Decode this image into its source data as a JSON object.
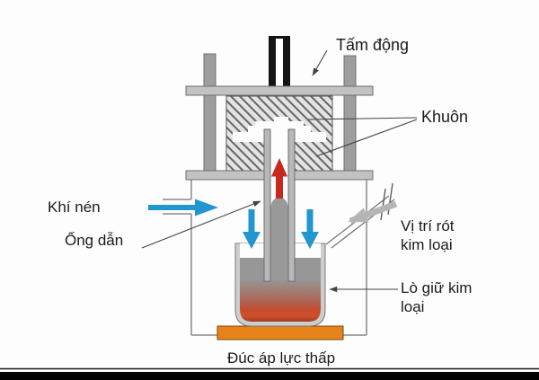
{
  "figure": {
    "caption": "Đúc áp lực thấp",
    "labels": {
      "moving_plate": "Tấm động",
      "mold": "Khuôn",
      "compressed_air": "Khí nén",
      "conduit": "Ống dẫn",
      "pour_position": "Vị trí rót\nkim loại",
      "holding_furnace": "Lò giữ kim\nloại"
    },
    "colors": {
      "blue_arrow": "#2196cf",
      "red_arrow": "#c8291f",
      "gray_arrow": "#b5b5b5",
      "heater_orange": "#e8831c",
      "metal_gray": "#999999",
      "metal_hot": "#c64c2e",
      "piston_black": "#141414"
    }
  }
}
